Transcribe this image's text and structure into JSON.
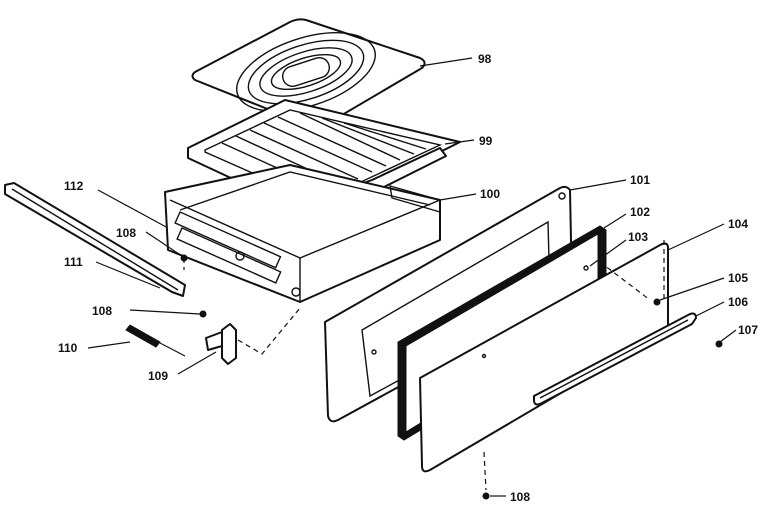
{
  "callouts": [
    {
      "id": "c98",
      "text": "98"
    },
    {
      "id": "c99",
      "text": "99"
    },
    {
      "id": "c100",
      "text": "100"
    },
    {
      "id": "c101",
      "text": "101"
    },
    {
      "id": "c102",
      "text": "102"
    },
    {
      "id": "c103",
      "text": "103"
    },
    {
      "id": "c104",
      "text": "104"
    },
    {
      "id": "c105",
      "text": "105"
    },
    {
      "id": "c106",
      "text": "106"
    },
    {
      "id": "c107",
      "text": "107"
    },
    {
      "id": "c108a",
      "text": "108"
    },
    {
      "id": "c108b",
      "text": "108"
    },
    {
      "id": "c108c",
      "text": "108"
    },
    {
      "id": "c109",
      "text": "109"
    },
    {
      "id": "c110",
      "text": "110"
    },
    {
      "id": "c111",
      "text": "111"
    },
    {
      "id": "c112",
      "text": "112"
    }
  ]
}
